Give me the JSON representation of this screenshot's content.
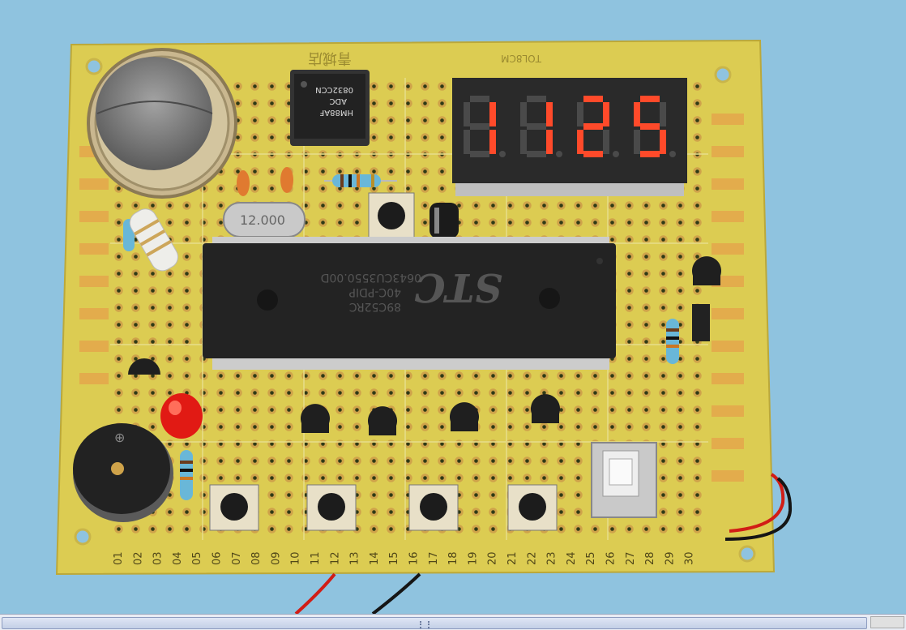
{
  "scene": {
    "chip": {
      "brand": "STC",
      "model": "89C52RC",
      "package": "40C-PDIP",
      "batch": "0643CU3550.00D"
    },
    "adc": {
      "lines": [
        "ADC",
        "0832CCN"
      ],
      "maker": "HM88AF"
    },
    "crystal": "12.000",
    "display_digits": "1125",
    "board_mark": "TOL8CM",
    "board_logo": "青城店",
    "columns": [
      "01",
      "02",
      "03",
      "04",
      "05",
      "06",
      "07",
      "08",
      "09",
      "10",
      "11",
      "12",
      "13",
      "14",
      "15",
      "16",
      "17",
      "18",
      "19",
      "20",
      "21",
      "22",
      "23",
      "24",
      "25",
      "26",
      "27",
      "28",
      "29",
      "30"
    ]
  },
  "colors": {
    "background": "#8fc3df",
    "board": "#dccc52",
    "chip": "#232323",
    "led_segment": "#ff4a2a",
    "led": "#e11a14"
  }
}
